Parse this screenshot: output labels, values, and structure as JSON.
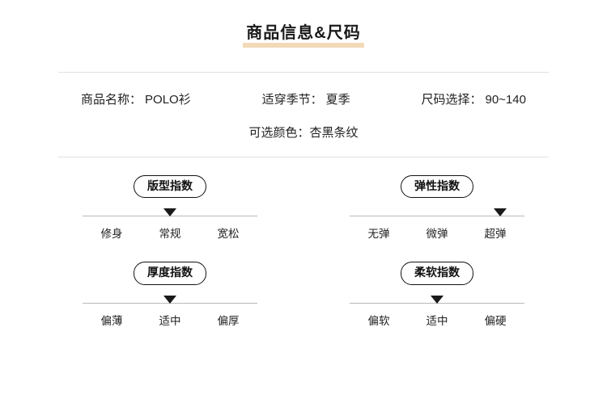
{
  "header": {
    "title": "商品信息&尺码",
    "underline_color": "#f2d9b8"
  },
  "info": {
    "row1": [
      {
        "label": "商品名称：",
        "value": "POLO衫"
      },
      {
        "label": "适穿季节：",
        "value": "夏季"
      },
      {
        "label": "尺码选择：",
        "value": "90~140"
      }
    ],
    "row2": {
      "label": "可选颜色：",
      "value": "杏黑条纹"
    }
  },
  "indexes": [
    {
      "title": "版型指数",
      "options": [
        "修身",
        "常规",
        "宽松"
      ],
      "selected": 1,
      "marker_pct": 50
    },
    {
      "title": "弹性指数",
      "options": [
        "无弹",
        "微弹",
        "超弹"
      ],
      "selected": 2,
      "marker_pct": 86
    },
    {
      "title": "厚度指数",
      "options": [
        "偏薄",
        "适中",
        "偏厚"
      ],
      "selected": 1,
      "marker_pct": 50
    },
    {
      "title": "柔软指数",
      "options": [
        "偏软",
        "适中",
        "偏硬"
      ],
      "selected": 1,
      "marker_pct": 50
    }
  ]
}
